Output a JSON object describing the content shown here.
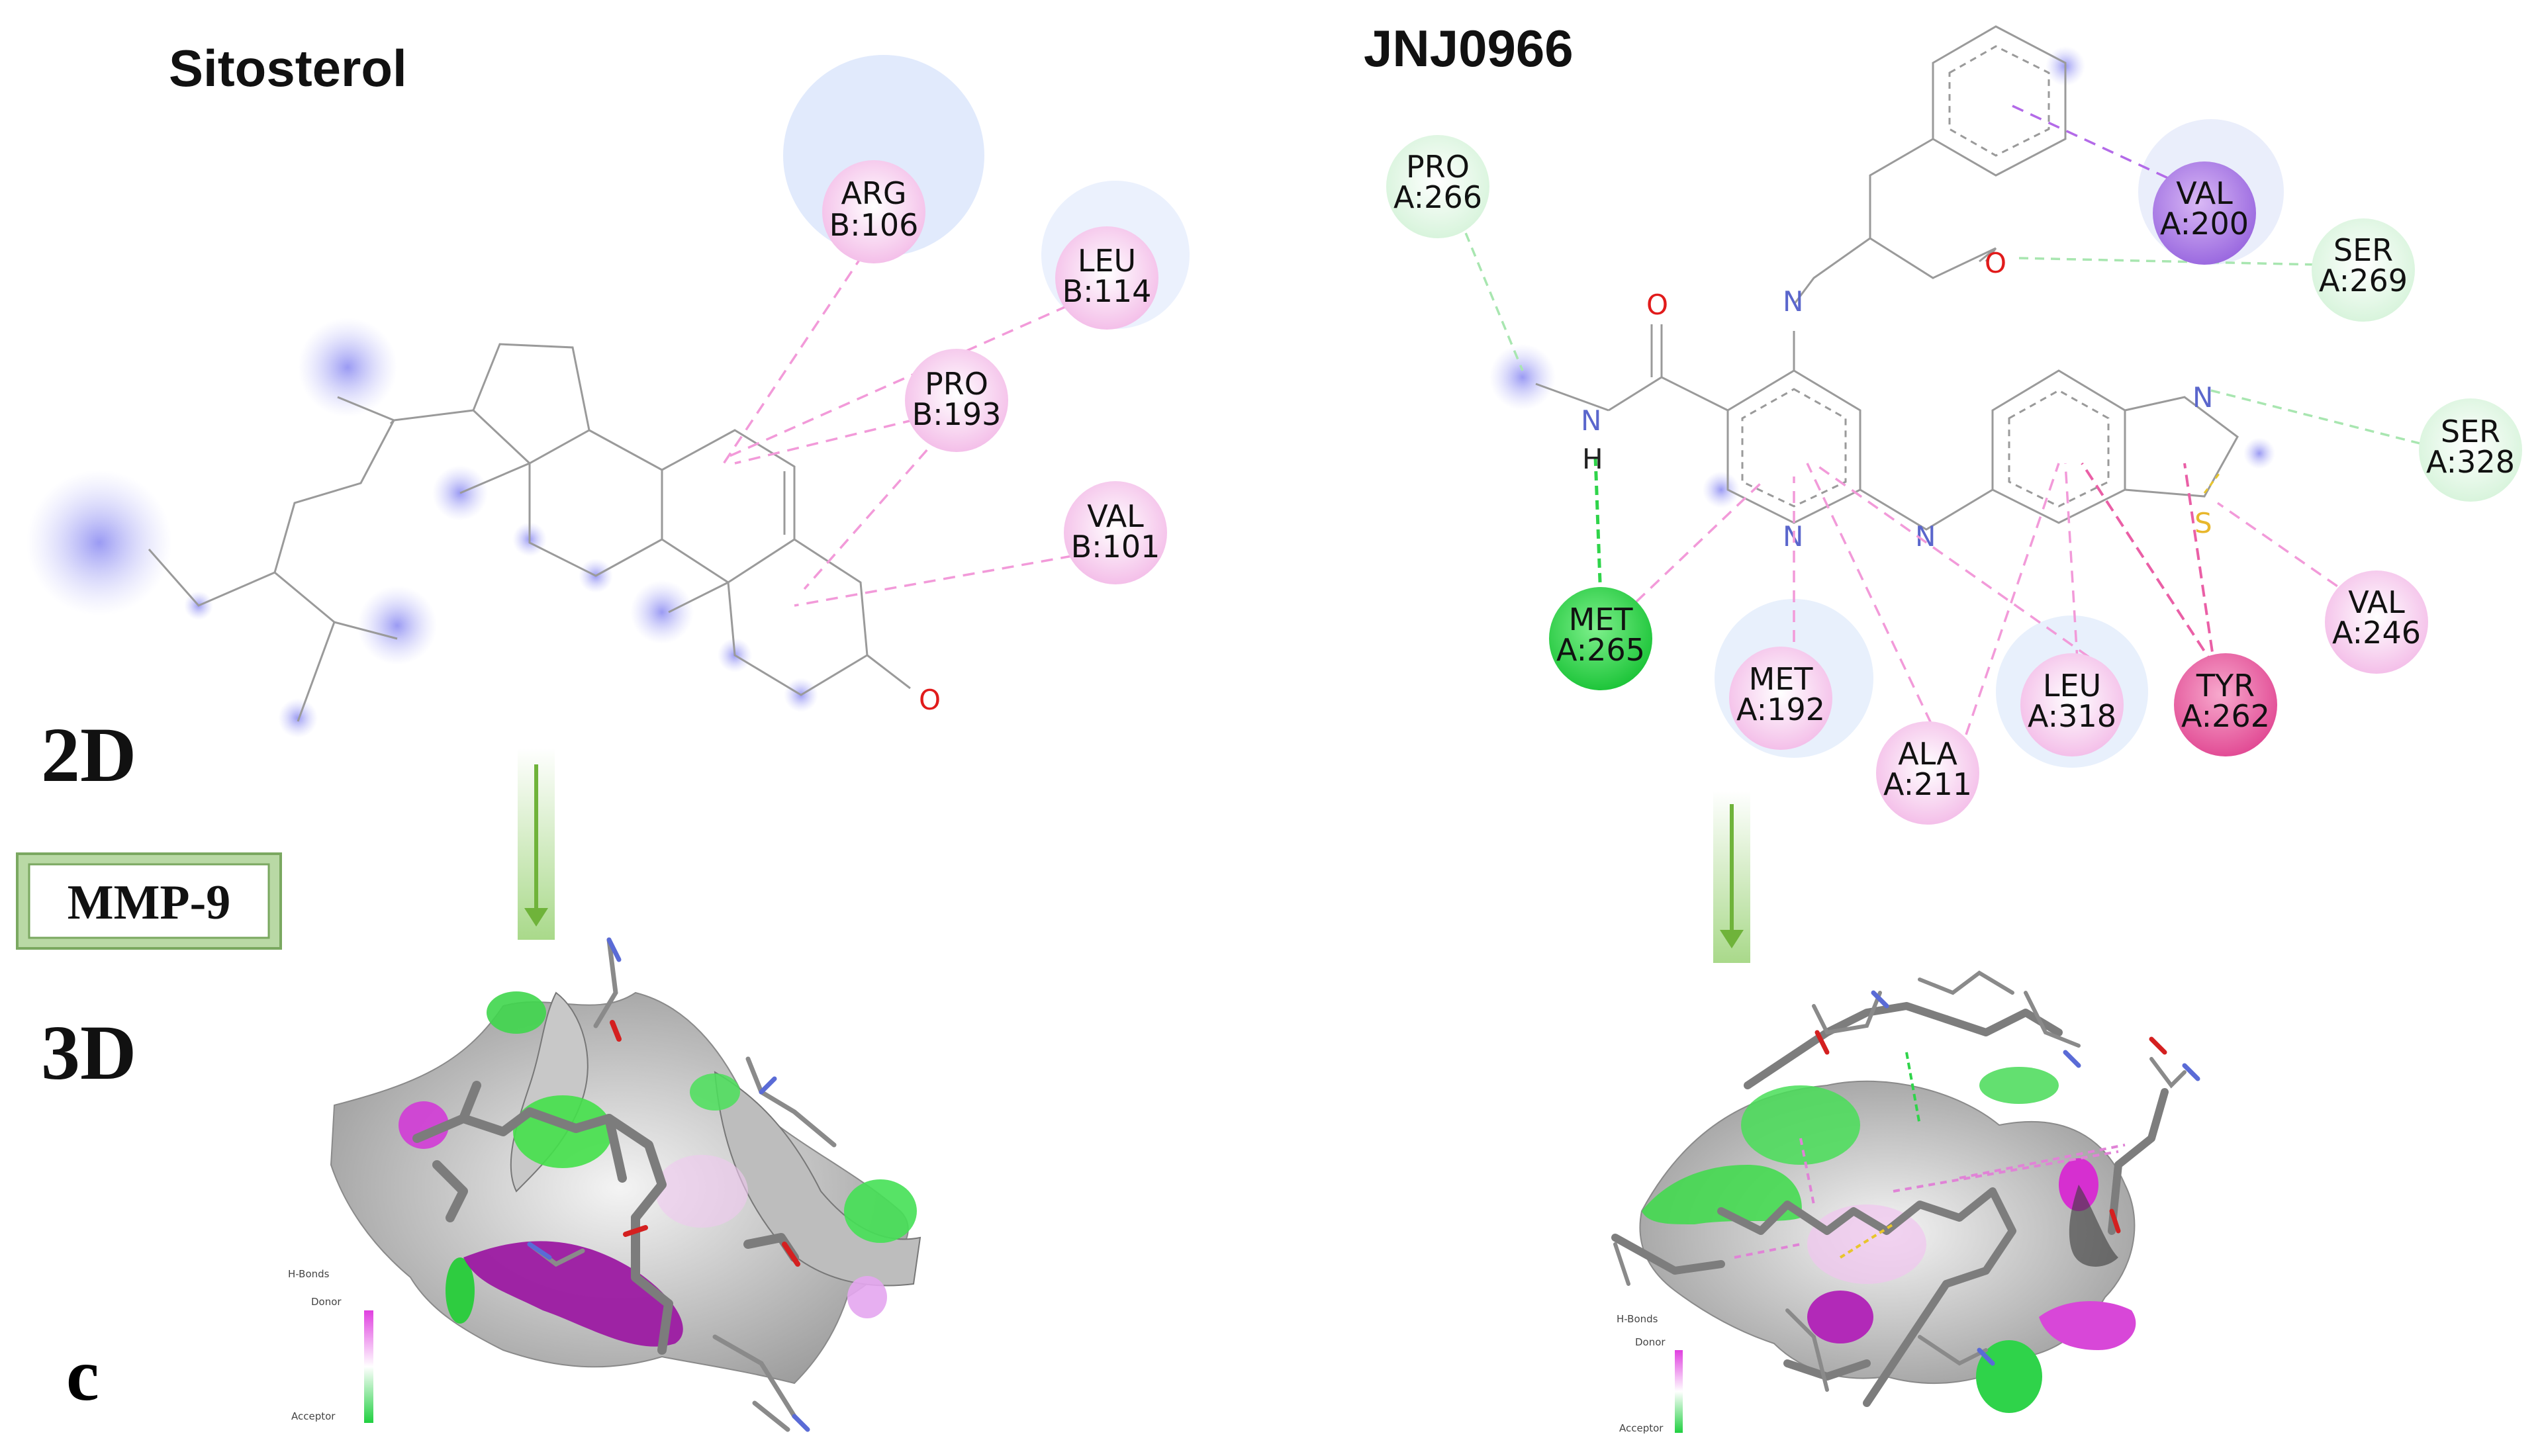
{
  "left": {
    "ligand_name": "Sitosterol",
    "residues": [
      {
        "line1": "ARG",
        "line2": "B:106"
      },
      {
        "line1": "LEU",
        "line2": "B:114"
      },
      {
        "line1": "PRO",
        "line2": "B:193"
      },
      {
        "line1": "VAL",
        "line2": "B:101"
      }
    ],
    "atom_o": "O"
  },
  "right": {
    "ligand_name": "JNJ0966",
    "residues": [
      {
        "line1": "PRO",
        "line2": "A:266"
      },
      {
        "line1": "VAL",
        "line2": "A:200"
      },
      {
        "line1": "SER",
        "line2": "A:269"
      },
      {
        "line1": "SER",
        "line2": "A:328"
      },
      {
        "line1": "MET",
        "line2": "A:265"
      },
      {
        "line1": "MET",
        "line2": "A:192"
      },
      {
        "line1": "ALA",
        "line2": "A:211"
      },
      {
        "line1": "LEU",
        "line2": "A:318"
      },
      {
        "line1": "TYR",
        "line2": "A:262"
      },
      {
        "line1": "VAL",
        "line2": "A:246"
      }
    ],
    "atoms": {
      "o1": "O",
      "o2": "O",
      "n_amide": "N",
      "h": "H",
      "n_amine": "N",
      "n_ring": "N",
      "n_link": "N",
      "n_thiazole": "N",
      "s": "S"
    }
  },
  "labels": {
    "view_2d": "2D",
    "view_3d": "3D",
    "target": "MMP-9",
    "panel": "c"
  },
  "legend": {
    "title": "H-Bonds",
    "donor": "Donor",
    "acceptor": "Acceptor"
  },
  "colors": {
    "pi_alkyl": "#f7c6ef",
    "pi_sigma": "#b58ae8",
    "hbond_strong": "#2fd44a",
    "vdw": "#def7e2",
    "pi_pi": "#ea5fa6",
    "alkyl_glow": "#b8b8f5",
    "arrow": "#7fbf3f"
  }
}
